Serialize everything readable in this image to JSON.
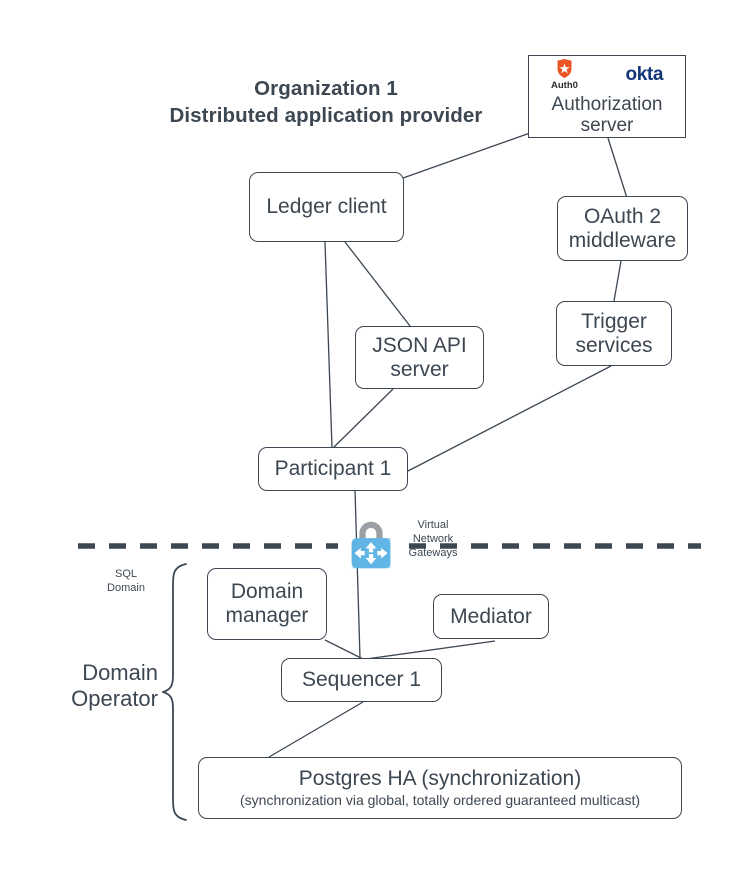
{
  "diagram": {
    "title_line1": "Organization 1",
    "title_line2": "Distributed application provider",
    "boundary_label_top": "SQL\nDomain",
    "boundary_label_left": "Domain\nOperator",
    "gateway_label": "Virtual\nNetwork\nGateways",
    "gateway_icon": "vnet-gateway-padlock-icon",
    "colors": {
      "stroke": "#3d4752",
      "box_fill": "#ffffff",
      "auth0_red": "#eb5424",
      "okta_blue": "#15357a",
      "gateway_blue": "#5fb4e5",
      "gateway_gray": "#9aa0a6",
      "dashed_line": "#3d4752"
    },
    "nodes": [
      {
        "id": "authorization-server",
        "label": "Authorization server",
        "logos": [
          "Auth0",
          "okta"
        ]
      },
      {
        "id": "ledger-client",
        "label": "Ledger client"
      },
      {
        "id": "oauth2-middleware",
        "label": "OAuth 2\nmiddleware"
      },
      {
        "id": "json-api-server",
        "label": "JSON API\nserver"
      },
      {
        "id": "trigger-services",
        "label": "Trigger\nservices"
      },
      {
        "id": "participant-1",
        "label": "Participant 1"
      },
      {
        "id": "domain-manager",
        "label": "Domain\nmanager"
      },
      {
        "id": "mediator",
        "label": "Mediator"
      },
      {
        "id": "sequencer-1",
        "label": "Sequencer 1"
      },
      {
        "id": "postgres-ha",
        "label": "Postgres HA (synchronization)",
        "sublabel": "(synchronization via global, totally ordered guaranteed multicast)"
      }
    ],
    "connections": [
      {
        "from": "authorization-server",
        "to": "ledger-client"
      },
      {
        "from": "authorization-server",
        "to": "oauth2-middleware"
      },
      {
        "from": "oauth2-middleware",
        "to": "trigger-services"
      },
      {
        "from": "ledger-client",
        "to": "participant-1"
      },
      {
        "from": "ledger-client",
        "to": "json-api-server"
      },
      {
        "from": "json-api-server",
        "to": "participant-1"
      },
      {
        "from": "trigger-services",
        "to": "participant-1"
      },
      {
        "from": "participant-1",
        "to": "sequencer-1"
      },
      {
        "from": "domain-manager",
        "to": "sequencer-1"
      },
      {
        "from": "mediator",
        "to": "sequencer-1"
      },
      {
        "from": "sequencer-1",
        "to": "postgres-ha"
      }
    ]
  },
  "nodes": {
    "authorization_server": {
      "caption": "Authorization server",
      "auth0": "Auth0",
      "okta": "okta"
    },
    "ledger_client": {
      "label": "Ledger client"
    },
    "oauth2_middleware": {
      "line1": "OAuth 2",
      "line2": "middleware"
    },
    "json_api_server": {
      "line1": "JSON API",
      "line2": "server"
    },
    "trigger_services": {
      "line1": "Trigger",
      "line2": "services"
    },
    "participant_1": {
      "label": "Participant 1"
    },
    "domain_manager": {
      "line1": "Domain",
      "line2": "manager"
    },
    "mediator": {
      "label": "Mediator"
    },
    "sequencer_1": {
      "label": "Sequencer 1"
    },
    "postgres_ha": {
      "title": "Postgres HA (synchronization)",
      "subtitle": "(synchronization via global, totally ordered guaranteed multicast)"
    }
  },
  "labels": {
    "title_line1": "Organization 1",
    "title_line2": "Distributed application provider",
    "sql_domain_line1": "SQL",
    "sql_domain_line2": "Domain",
    "domain_operator_line1": "Domain",
    "domain_operator_line2": "Operator",
    "vnet_line1": "Virtual",
    "vnet_line2": "Network",
    "vnet_line3": "Gateways"
  }
}
